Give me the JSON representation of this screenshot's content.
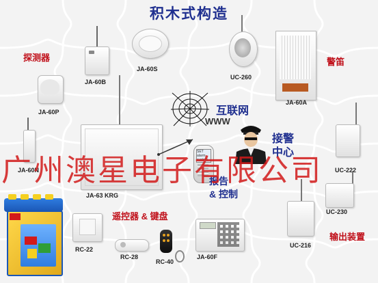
{
  "title": "积木式构造",
  "categories": {
    "detector": "探测器",
    "siren": "警笛",
    "remote_keypad": "遥控器 & 键盘",
    "output": "输出装置"
  },
  "network": {
    "cn": "互联网",
    "en": "WWW"
  },
  "monitoring": {
    "line1": "接警",
    "line2": "中心"
  },
  "report": {
    "line1": "报告",
    "line2": "& 控制"
  },
  "phone": {
    "screen": "SET alarm system"
  },
  "watermark": "广州澳星电子有限公司",
  "devices": {
    "ja60b": "JA-60B",
    "ja60s": "JA-60S",
    "uc260": "UC-260",
    "ja60a": "JA-60A",
    "ja60p": "JA-60P",
    "ja60n": "JA-60N",
    "ja63": "JA-63 KRG",
    "uc222": "UC-222",
    "uc230": "UC-230",
    "uc216": "UC-216",
    "rc22": "RC-22",
    "rc28": "RC-28",
    "rc40": "RC-40",
    "ja60f": "JA-60F"
  },
  "colors": {
    "title": "#1f2f8f",
    "category": "#c0101a",
    "watermark": "#d21a1a",
    "background": "#f3f3f3"
  }
}
